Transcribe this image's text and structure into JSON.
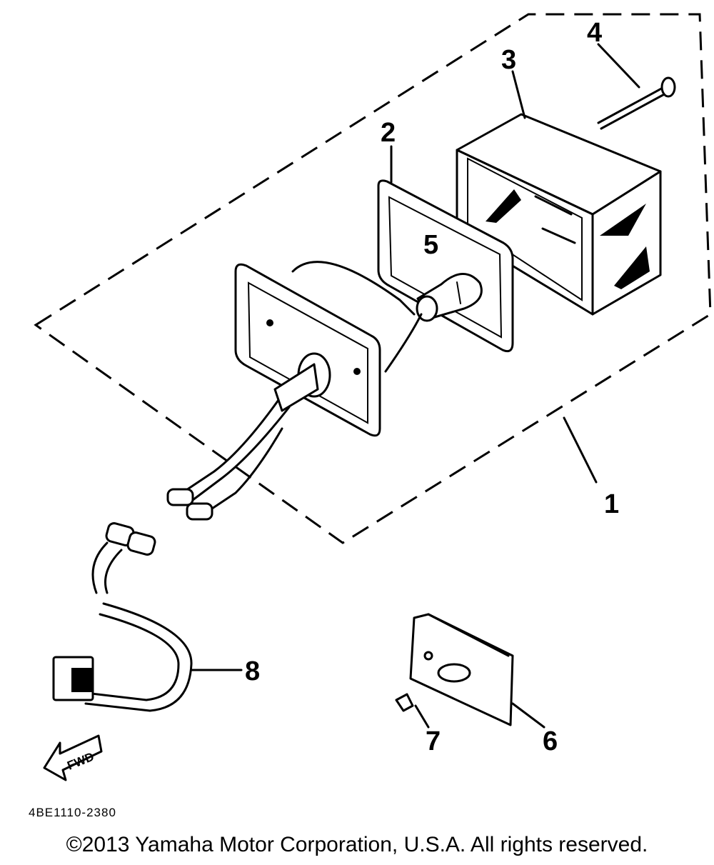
{
  "callouts": {
    "c1": "1",
    "c2": "2",
    "c3": "3",
    "c4": "4",
    "c5": "5",
    "c6": "6",
    "c7": "7",
    "c8": "8"
  },
  "fwd_label": "FWD",
  "drawing_code": "4BE1110-2380",
  "copyright": "©2013 Yamaha Motor Corporation, U.S.A. All rights reserved."
}
